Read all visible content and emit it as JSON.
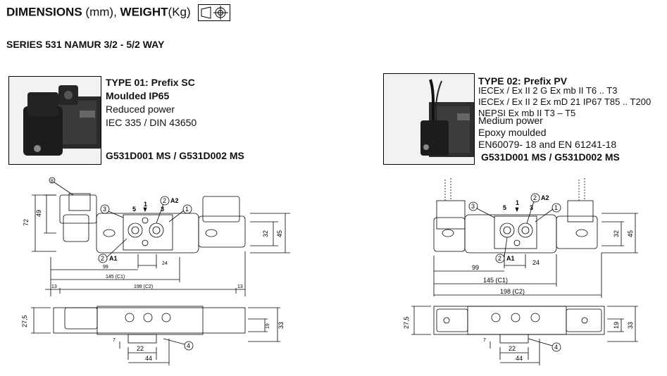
{
  "header": {
    "dimensions": "DIMENSIONS",
    "dim_unit": "(mm),",
    "weight": "WEIGHT",
    "weight_unit": "(Kg)",
    "projection_icon": "first-angle-projection-icon"
  },
  "series_title": "SERIES 531 NAMUR 3/2 - 5/2 WAY",
  "type01": {
    "lines": [
      {
        "text": "TYPE 01: Prefix SC",
        "bold": true
      },
      {
        "text": "Moulded IP65",
        "bold": true
      },
      {
        "text": "Reduced power",
        "bold": false
      },
      {
        "text": "IEC 335 / DIN 43650",
        "bold": false
      }
    ],
    "codes": "G531D001 MS / G531D002 MS"
  },
  "type02": {
    "title": "TYPE 02: Prefix PV",
    "lines": [
      "IECEx / Ex II 2 G Ex mb II T6 .. T3",
      "IECEx / Ex II 2 Ex mD 21 IP67 T85 .. T200",
      "NEPSI Ex mb II T3 – T5"
    ],
    "lines2": [
      "Medium power",
      "Epoxy moulded",
      "EN60079-  18 and EN 61241-18"
    ],
    "codes": "G531D001 MS / G531D002 MS"
  },
  "drawing1": {
    "port_5": "5",
    "port_1": "1",
    "port_3": "3",
    "callout_1": "1",
    "callout_2": "2",
    "callout_3": "3",
    "callout_4": "4",
    "callout_8": "8",
    "a1": "A1",
    "a2": "A2",
    "dim_72": "72",
    "dim_49": "49",
    "dim_32": "32",
    "dim_45": "45",
    "dim_24": "24",
    "dim_99": "99",
    "dim_145": "145 (C1)",
    "dim_198": "198 (C2)",
    "dim_13a": "13",
    "dim_13b": "13",
    "dim_27_5": "27,5",
    "dim_33": "33",
    "dim_19": "19",
    "dim_7": "7",
    "dim_22": "22",
    "dim_44": "44"
  },
  "drawing2": {
    "port_5": "5",
    "port_1": "1",
    "port_3": "3",
    "callout_1": "1",
    "callout_2": "2",
    "callout_3": "3",
    "callout_4": "4",
    "a1": "A1",
    "a2": "A2",
    "dim_32": "32",
    "dim_45": "45",
    "dim_24": "24",
    "dim_99": "99",
    "dim_145": "145 (C1)",
    "dim_198": "198 (C2)",
    "dim_27_5": "27,5",
    "dim_33": "33",
    "dim_19": "19",
    "dim_7": "7",
    "dim_22": "22",
    "dim_44": "44"
  }
}
